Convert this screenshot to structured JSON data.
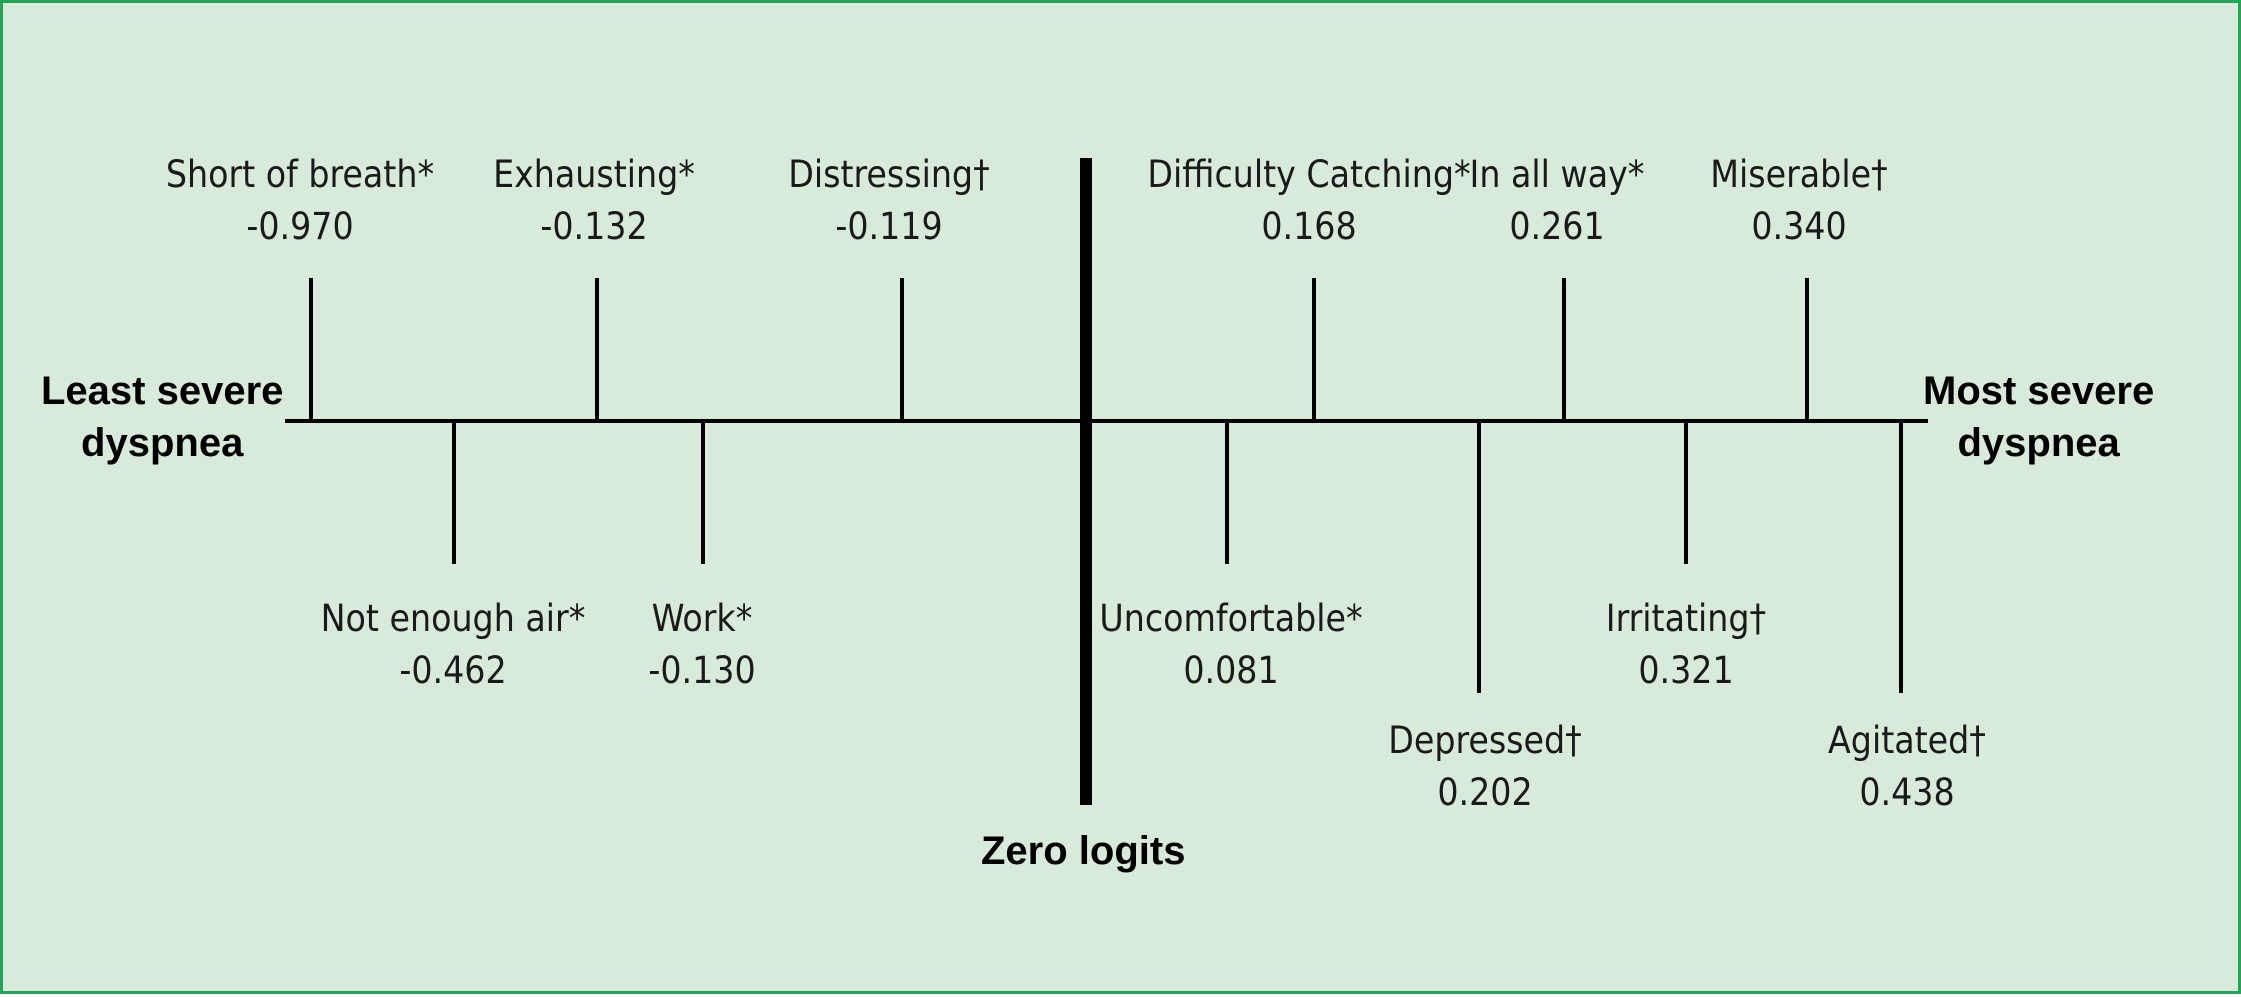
{
  "diagram": {
    "left_label": [
      "Least severe",
      "dyspnea"
    ],
    "right_label": [
      "Most severe",
      "dyspnea"
    ],
    "center_label": "Zero logits",
    "items": [
      {
        "label": "Short of breath*",
        "value": "-0.970",
        "side": "above"
      },
      {
        "label": "Not enough air*",
        "value": "-0.462",
        "side": "below"
      },
      {
        "label": "Exhausting*",
        "value": "-0.132",
        "side": "above"
      },
      {
        "label": "Work*",
        "value": "-0.130",
        "side": "below"
      },
      {
        "label": "Distressing†",
        "value": "-0.119",
        "side": "above"
      },
      {
        "label": "Uncomfortable*",
        "value": "0.081",
        "side": "below"
      },
      {
        "label": "Difficulty Catching*",
        "value": "0.168",
        "side": "above"
      },
      {
        "label": "Depressed†",
        "value": "0.202",
        "side": "below-long"
      },
      {
        "label": "In all way*",
        "value": "0.261",
        "side": "above"
      },
      {
        "label": "Irritating†",
        "value": "0.321",
        "side": "below"
      },
      {
        "label": "Miserable†",
        "value": "0.340",
        "side": "above"
      },
      {
        "label": "Agitated†",
        "value": "0.438",
        "side": "below-long"
      }
    ]
  }
}
